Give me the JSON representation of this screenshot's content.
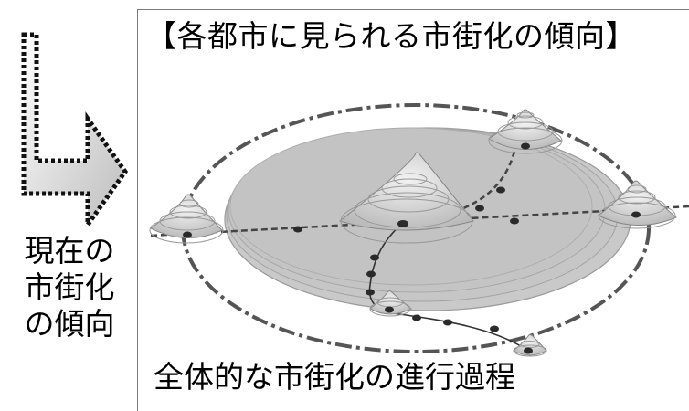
{
  "side": {
    "caption_lines": [
      "現在の",
      "市街化",
      "の傾向"
    ]
  },
  "panel": {
    "title": "【各都市に見られる市街化の傾向】",
    "caption": "全体的な市街化の進行過程"
  },
  "colors": {
    "urban_fill": "#c4c4c4",
    "cone_fill": "#d6d6d6",
    "route_dot": "#2a2a2a",
    "ring_dash": "#555555"
  }
}
